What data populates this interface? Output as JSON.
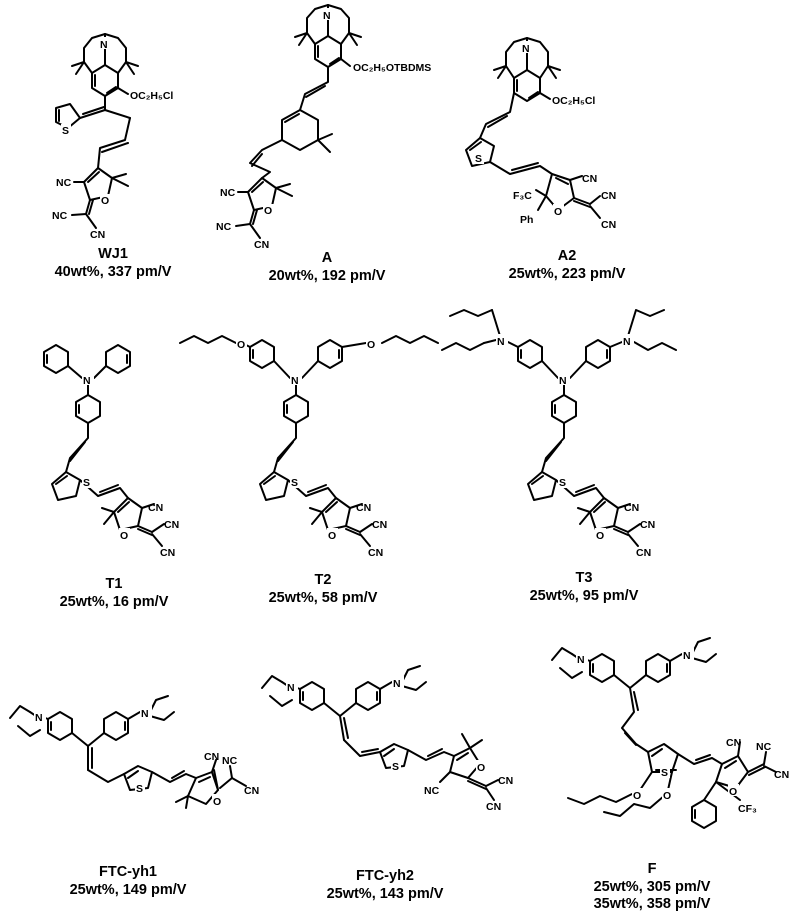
{
  "figure": {
    "compounds": [
      {
        "id": "WJ1",
        "name": "WJ1",
        "data": [
          "40wt%, 337 pm/V"
        ]
      },
      {
        "id": "A",
        "name": "A",
        "data": [
          "20wt%, 192 pm/V"
        ]
      },
      {
        "id": "A2",
        "name": "A2",
        "data": [
          "25wt%, 223 pm/V"
        ]
      },
      {
        "id": "T1",
        "name": "T1",
        "data": [
          "25wt%, 16 pm/V"
        ]
      },
      {
        "id": "T2",
        "name": "T2",
        "data": [
          "25wt%, 58 pm/V"
        ]
      },
      {
        "id": "T3",
        "name": "T3",
        "data": [
          "25wt%, 95 pm/V"
        ]
      },
      {
        "id": "FTC-yh1",
        "name": "FTC-yh1",
        "data": [
          "25wt%, 149 pm/V"
        ]
      },
      {
        "id": "FTC-yh2",
        "name": "FTC-yh2",
        "data": [
          "25wt%, 143 pm/V"
        ]
      },
      {
        "id": "F",
        "name": "F",
        "data": [
          "25wt%, 305 pm/V",
          "35wt%, 358 pm/V"
        ]
      }
    ],
    "atom_labels": {
      "N": "N",
      "S": "S",
      "O": "O",
      "CN": "CN",
      "NC": "NC",
      "OC2H5Cl": "OC₂H₅Cl",
      "OC2H5OTBDMS": "OC₂H₅OTBDMS",
      "F3C": "F₃C",
      "CF3": "CF₃",
      "Ph": "Ph"
    }
  }
}
